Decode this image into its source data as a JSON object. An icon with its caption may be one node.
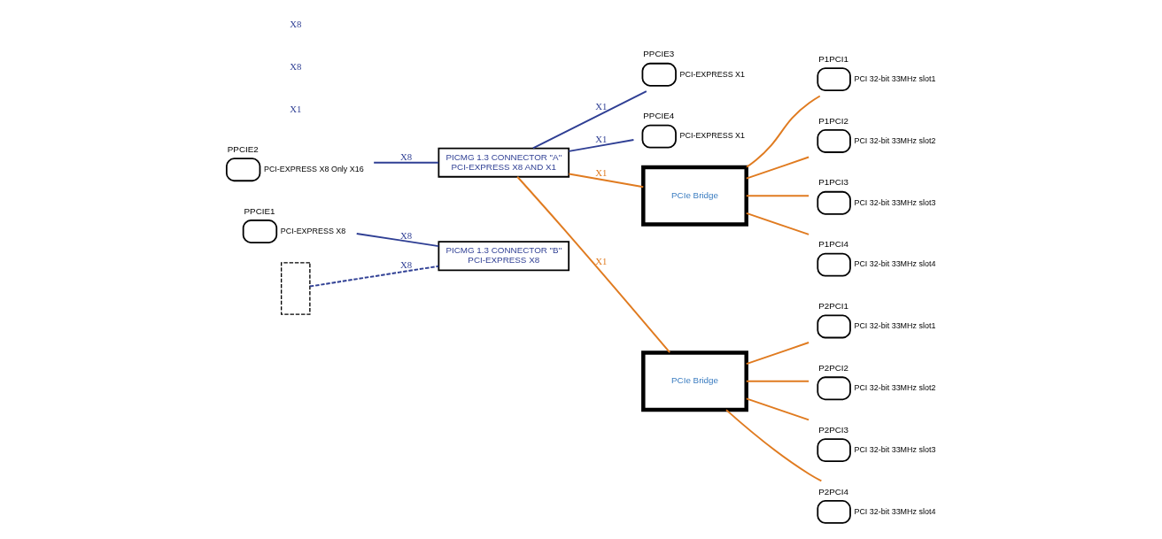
{
  "diagram": {
    "nodes": [
      {
        "text": [
          "PPCIE1"
        ],
        "beside": [
          "PCI-EXPRESS X8"
        ]
      },
      {
        "text": [
          "PPCIE2"
        ],
        "beside": [
          "PCI-EXPRESS X8 Only X16"
        ]
      },
      {
        "text": [],
        "shape": "box"
      },
      {
        "text": [
          "PICMG 1.3 CONNECTOR \"A\"",
          "PCI-EXPRESS X8 AND X1"
        ]
      },
      {
        "text": [
          "PICMG 1.3 CONNECTOR \"B\"",
          "PCI-EXPRESS X8"
        ]
      },
      {
        "text": [
          "P1PCI1"
        ],
        "beside": [
          "PCI 32-bit 33MHz slot1"
        ]
      },
      {
        "text": [
          "PPCIE3"
        ],
        "beside": [
          "PCI-EXPRESS X1"
        ]
      },
      {
        "text": [
          "PPCIE4"
        ],
        "beside": [
          "PCI-EXPRESS X1"
        ]
      },
      {
        "text": [
          "P1PCI2"
        ],
        "beside": [
          "PCI 32-bit 33MHz slot2"
        ]
      },
      {
        "text": [
          "P1PCI3"
        ],
        "beside": [
          "PCI 32-bit 33MHz slot3"
        ]
      },
      {
        "text": [
          "P1PCI4"
        ],
        "beside": [
          "PCI 32-bit 33MHz slot4"
        ]
      },
      {
        "text": [
          "P2PCI1"
        ],
        "beside": [
          "PCI 32-bit 33MHz slot1"
        ]
      },
      {
        "text": [
          "P2PCI2"
        ],
        "beside": [
          "PCI 32-bit 33MHz slot2"
        ]
      },
      {
        "text": [
          "P2PCI3"
        ],
        "beside": [
          "PCI 32-bit 33MHz slot3"
        ]
      },
      {
        "text": [
          "P2PCI4"
        ],
        "beside": [
          "PCI 32-bit 33MHz slot4"
        ]
      },
      {
        "text": [
          "PCIe Bridge"
        ]
      },
      {
        "text": [
          "PCIe Bridge"
        ]
      }
    ],
    "edges": [
      {
        "from": 3,
        "to": 7,
        "arrow": "none",
        "label": "X1",
        "color": "#2f3f94"
      },
      {
        "from": 3,
        "to": 6,
        "arrow": "none",
        "label": "X1",
        "color": "#2f3f94"
      },
      {
        "from": 1,
        "to": 3,
        "arrow": "none",
        "label": "X8",
        "color": "#2f3f94"
      },
      {
        "from": 3,
        "to": 15,
        "arrow": "none",
        "label": "X1"
      },
      {
        "from": 3,
        "to": 16,
        "arrow": "none",
        "label": "X1"
      },
      {
        "from": 2,
        "to": 4,
        "arrow": "none",
        "label": "X8",
        "style": "dashed",
        "color": "#2f3f94"
      },
      {
        "from": 0,
        "to": 4,
        "arrow": "none",
        "label": "X8",
        "color": "#2f3f94"
      },
      {
        "from": 15,
        "to": 5,
        "arrow": "none"
      },
      {
        "from": 15,
        "to": 8,
        "arrow": "none"
      },
      {
        "from": 15,
        "to": 9,
        "arrow": "none"
      },
      {
        "from": 15,
        "to": 10,
        "arrow": "none"
      },
      {
        "from": 16,
        "to": 11,
        "arrow": "none"
      },
      {
        "from": 16,
        "to": 12,
        "arrow": "none"
      },
      {
        "from": 16,
        "to": 13,
        "arrow": "none"
      },
      {
        "from": 16,
        "to": 14,
        "arrow": "none"
      }
    ],
    "labels": [
      "X1",
      "X8",
      "X8"
    ]
  }
}
